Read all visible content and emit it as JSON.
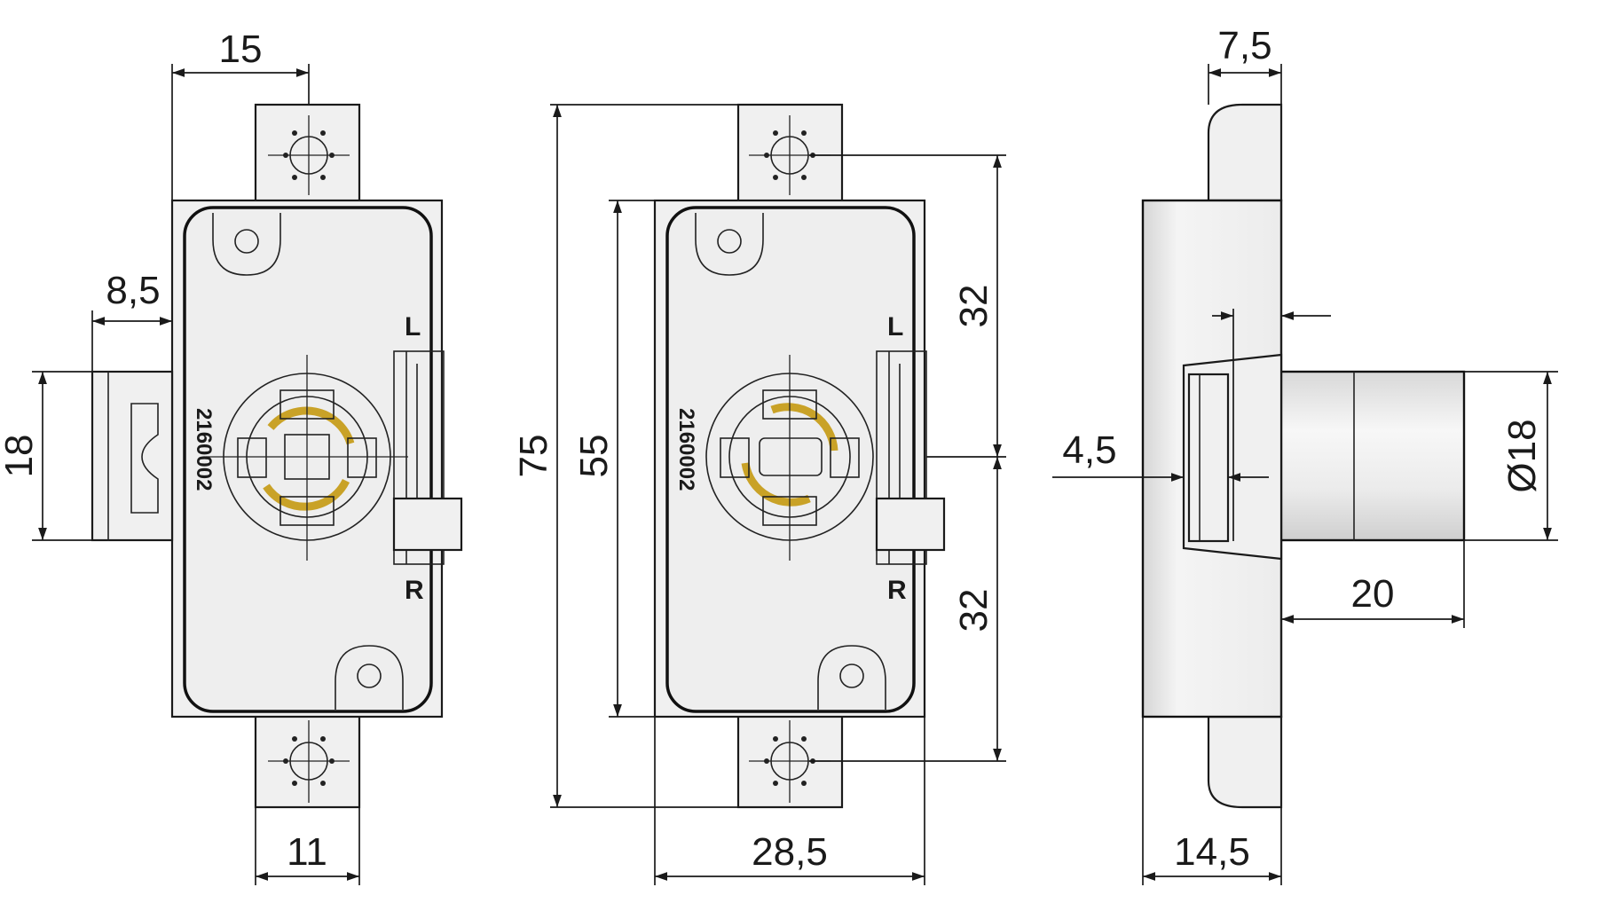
{
  "dimensions": {
    "width_top": "15",
    "bolt_projection": "8,5",
    "bolt_height": "18",
    "tab_width": "11",
    "overall_height": "75",
    "body_height": "55",
    "hole_top": "32",
    "hole_bottom": "32",
    "body_width": "28,5",
    "flange": "7,5",
    "bolt_thickness": "4,5",
    "cylinder_diameter": "Ø18",
    "cylinder_length": "20",
    "depth": "14,5"
  },
  "markings": {
    "left": "L",
    "right": "R",
    "part_number": "2160002"
  },
  "colors": {
    "line": "#1a1a1a",
    "fill": "#eeeeee",
    "accent": "#c9a227"
  }
}
